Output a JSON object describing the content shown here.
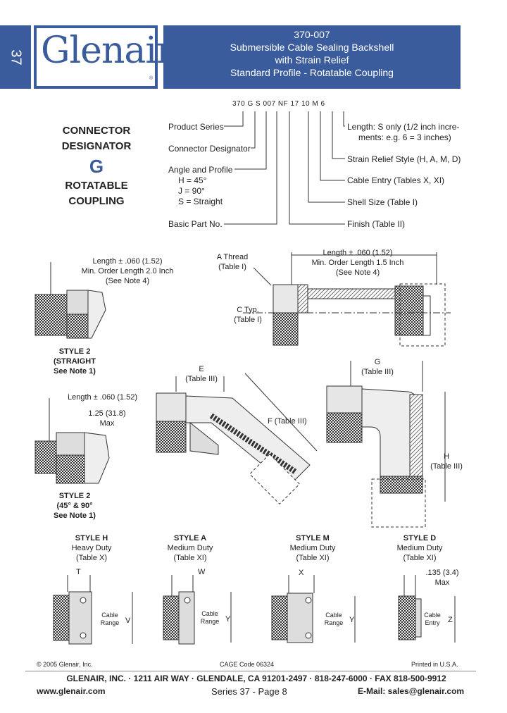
{
  "page_tab": "37",
  "logo": {
    "text": "Glenair",
    "registered": "®"
  },
  "header": {
    "line1": "370-007",
    "line2": "Submersible Cable Sealing Backshell",
    "line3": "with Strain Relief",
    "line4": "Standard Profile - Rotatable Coupling"
  },
  "designator": {
    "line1": "CONNECTOR",
    "line2": "DESIGNATOR",
    "letter": "G",
    "line3": "ROTATABLE",
    "line4": "COUPLING"
  },
  "part_number": "370 G S 007 NF 17 10 M 6",
  "pn_labels": {
    "product_series": "Product Series",
    "connector_designator": "Connector Designator",
    "angle_profile": "Angle and Profile",
    "h": "H = 45°",
    "j": "J = 90°",
    "s": "S = Straight",
    "basic_part": "Basic Part No.",
    "length1": "Length: S only (1/2 inch incre-",
    "length2": "ments: e.g. 6 = 3 inches)",
    "strain_relief": "Strain Relief Style (H, A, M, D)",
    "cable_entry": "Cable Entry (Tables X, XI)",
    "shell_size": "Shell Size (Table I)",
    "finish": "Finish (Table II)"
  },
  "style2_straight": {
    "length1": "Length ± .060 (1.52)",
    "length2": "Min. Order Length 2.0 Inch",
    "length3": "(See Note 4)",
    "cap1": "STYLE 2",
    "cap2": "(STRAIGHT",
    "cap3": "See Note 1)"
  },
  "main_straight": {
    "athread1": "A Thread",
    "athread2": "(Table I)",
    "length1": "Length ± .060 (1.52)",
    "length2": "Min. Order Length 1.5 Inch",
    "length3": "(See Note 4)",
    "ctyp1": "C Typ.",
    "ctyp2": "(Table I)"
  },
  "style2_angle": {
    "length": "Length ± .060 (1.52)",
    "dim1": "1.25 (31.8)",
    "dim2": "Max",
    "cap1": "STYLE 2",
    "cap2": "(45° & 90°",
    "cap3": "See Note 1)"
  },
  "angle45": {
    "e1": "E",
    "e2": "(Table III)",
    "f": "F (Table III)"
  },
  "angle90": {
    "g1": "G",
    "g2": "(Table III)",
    "h1": "H",
    "h2": "(Table III)"
  },
  "styles": [
    {
      "name": "STYLE H",
      "duty": "Heavy Duty",
      "table": "(Table X)",
      "dim": "T",
      "side": "V",
      "mid1": "Cable",
      "mid2": "Range"
    },
    {
      "name": "STYLE A",
      "duty": "Medium Duty",
      "table": "(Table XI)",
      "dim": "W",
      "side": "Y",
      "mid1": "Cable",
      "mid2": "Range"
    },
    {
      "name": "STYLE M",
      "duty": "Medium Duty",
      "table": "(Table XI)",
      "dim": "X",
      "side": "Y",
      "mid1": "Cable",
      "mid2": "Range"
    },
    {
      "name": "STYLE D",
      "duty": "Medium Duty",
      "table": "(Table XI)",
      "dim": ".135 (3.4)",
      "dim2": "Max",
      "side": "Z",
      "mid1": "Cable",
      "mid2": "Entry"
    }
  ],
  "footer": {
    "copyright": "© 2005 Glenair, Inc.",
    "cage": "CAGE Code 06324",
    "printed": "Printed in U.S.A.",
    "address": "GLENAIR, INC. · 1211 AIR WAY · GLENDALE, CA 91201-2497 · 818-247-6000 · FAX 818-500-9912",
    "web": "www.glenair.com",
    "series": "Series 37 - Page 8",
    "email": "E-Mail: sales@glenair.com"
  },
  "colors": {
    "brand": "#3b5c9c"
  }
}
